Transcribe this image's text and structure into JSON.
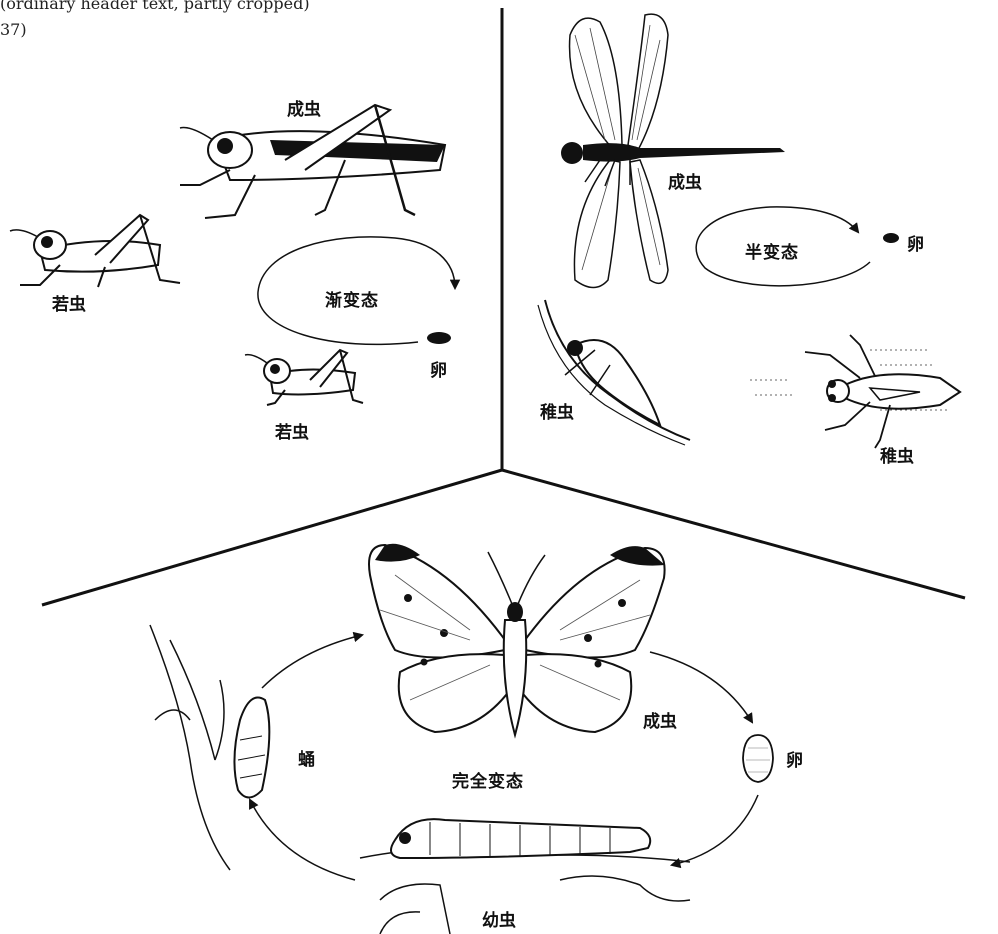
{
  "header": {
    "line1": "(ordinary header text, partly cropped)",
    "line2": "37)"
  },
  "panels": {
    "gradual": {
      "cycle_label": "渐变态",
      "adult_label": "成虫",
      "nymph_label_1": "若虫",
      "nymph_label_2": "若虫",
      "egg_label": "卵"
    },
    "hemi": {
      "cycle_label": "半变态",
      "adult_label": "成虫",
      "egg_label": "卵",
      "naiad_label_1": "稚虫",
      "naiad_label_2": "稚虫"
    },
    "complete": {
      "cycle_label": "完全变态",
      "adult_label": "成虫",
      "egg_label": "卵",
      "pupa_label": "蛹",
      "larva_label": "幼虫"
    }
  },
  "colors": {
    "ink": "#111111",
    "wing_tip": "#1a1a1a",
    "background": "#ffffff"
  }
}
